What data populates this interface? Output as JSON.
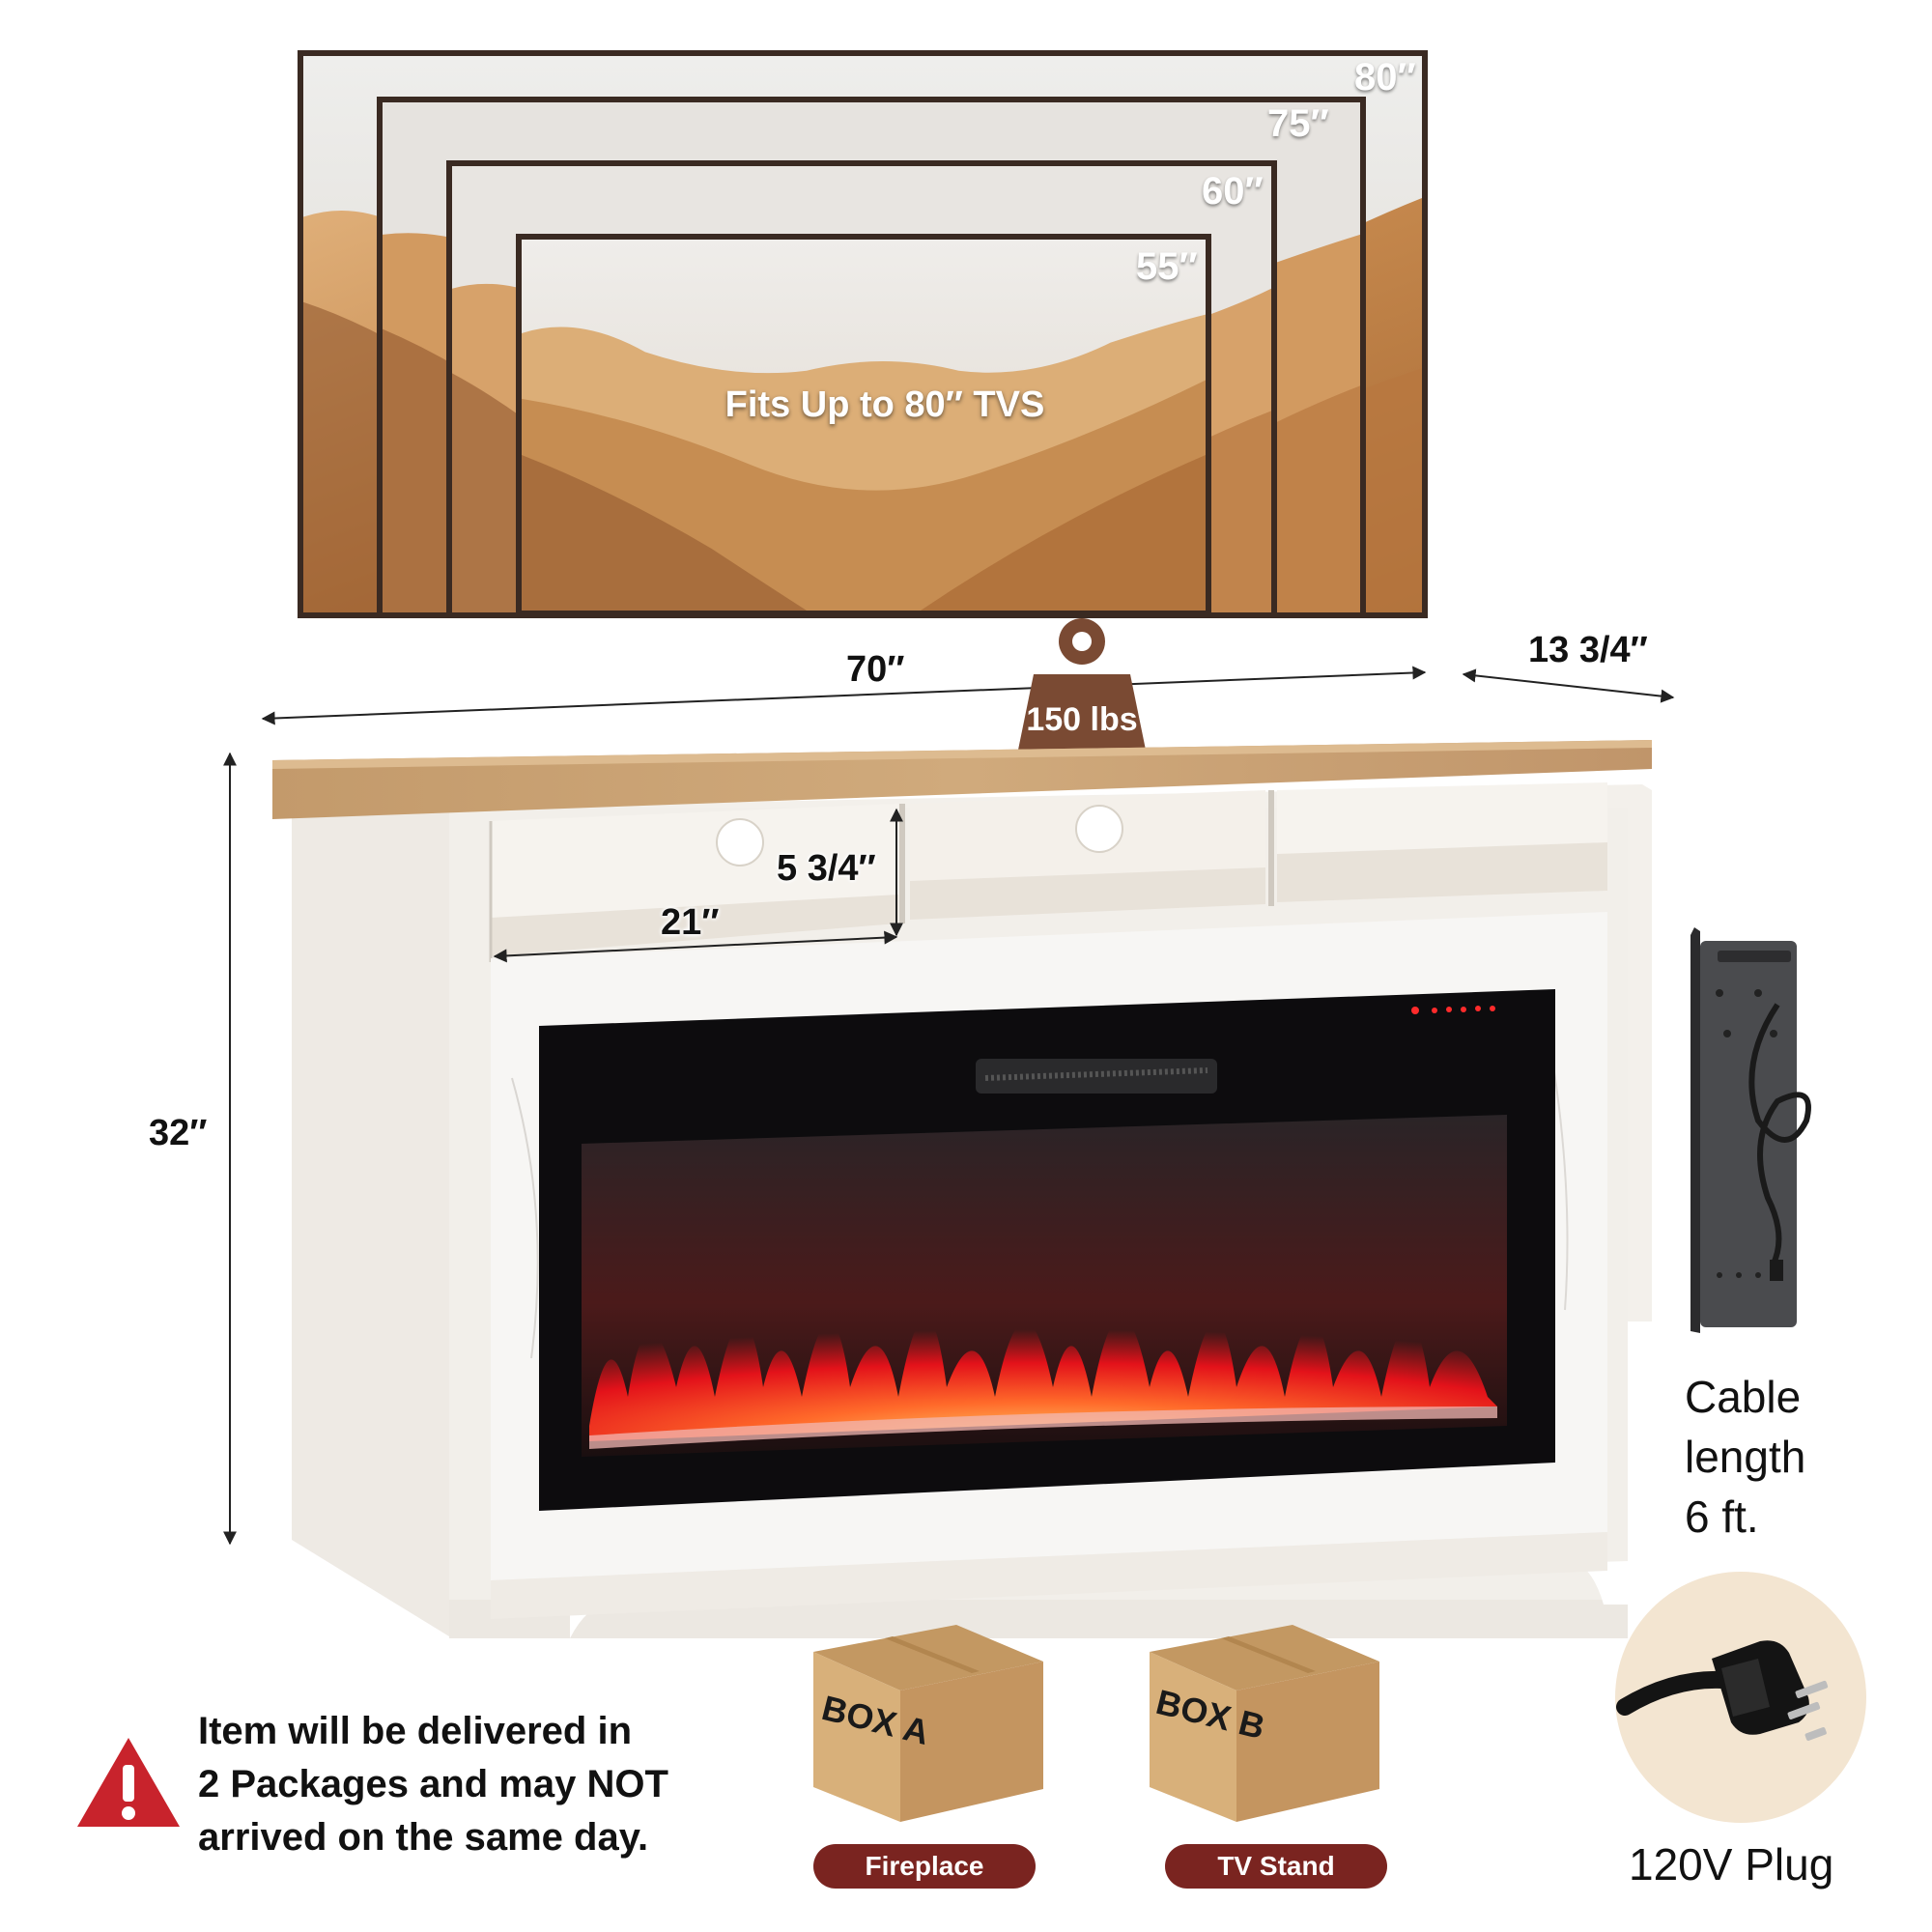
{
  "tv_sizes": {
    "s80": "80″",
    "s75": "75″",
    "s60": "60″",
    "s55": "55″",
    "fits_label": "Fits Up to 80″ TVS"
  },
  "dimensions": {
    "width": "70″",
    "depth": "13 3/4″",
    "height": "32″",
    "shelf_height": "5 3/4″",
    "shelf_width": "21″"
  },
  "weight": "150 lbs",
  "cable": {
    "line1": "Cable",
    "line2": "length",
    "line3": "6 ft."
  },
  "plug_label": "120V Plug",
  "warning": {
    "line1": "Item will be delivered in",
    "line2": "2 Packages and may NOT",
    "line3": "arrived on the same day."
  },
  "boxes": [
    {
      "label": "BOX A",
      "tag": "Fireplace"
    },
    {
      "label": "BOX B",
      "tag": "TV Stand"
    }
  ],
  "colors": {
    "tv_frame": "#3a2a22",
    "sand": "#c98f55",
    "wood_top": "#c9a173",
    "cabinet": "#f1eee9",
    "pill": "#7a2420",
    "weight": "#7a4a33",
    "warning_red": "#c8232c"
  }
}
